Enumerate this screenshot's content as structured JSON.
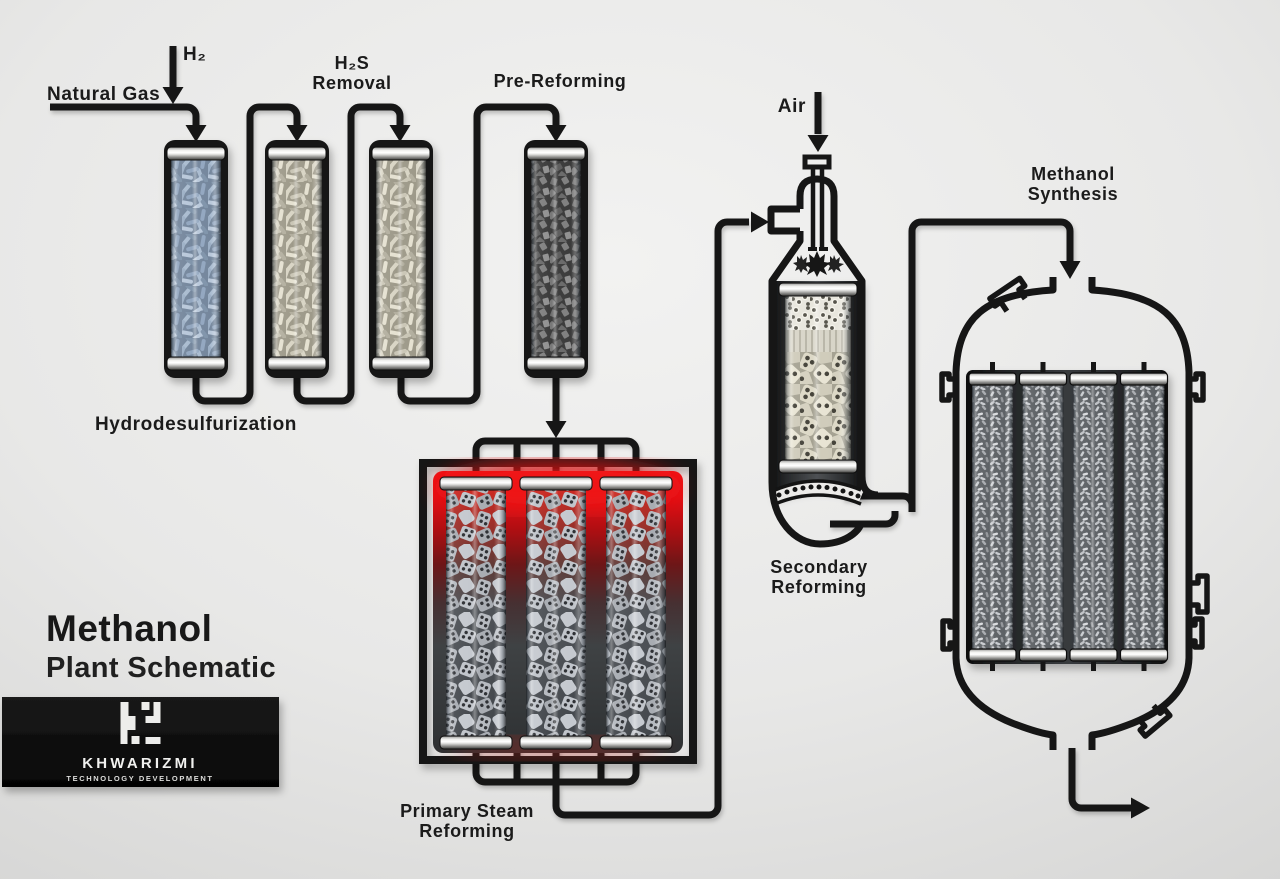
{
  "title": {
    "line1": "Methanol",
    "line2": "Plant Schematic"
  },
  "brand": {
    "name": "KHWARIZMI",
    "tagline": "TECHNOLOGY DEVELOPMENT"
  },
  "streams": {
    "hydrogen": "H₂",
    "natural_gas": "Natural Gas",
    "air": "Air"
  },
  "stages": {
    "hydrodesulfurization": "Hydrodesulfurization",
    "h2s_removal": {
      "line1": "H₂S",
      "line2": "Removal"
    },
    "pre_reforming": "Pre-Reforming",
    "primary_steam_reforming": {
      "line1": "Primary Steam",
      "line2": "Reforming"
    },
    "secondary_reforming": {
      "line1": "Secondary",
      "line2": "Reforming"
    },
    "methanol_synthesis": {
      "line1": "Methanol",
      "line2": "Synthesis"
    }
  },
  "colors": {
    "pipe": "#161616",
    "furnace_glow": "#f01217",
    "catalyst_hds_blue": "#93a7c0",
    "catalyst_zno_beige": "#d8d4c4",
    "catalyst_prereformer_gray": "#6f6f6f",
    "catalyst_reformer_rings": "#b7bbc1",
    "catalyst_synthesis_granules": "#c2c5c9",
    "secondary_rings_cream": "#ddd9c7",
    "vessel_casing": "#161616",
    "background": "#e8e8e7"
  }
}
